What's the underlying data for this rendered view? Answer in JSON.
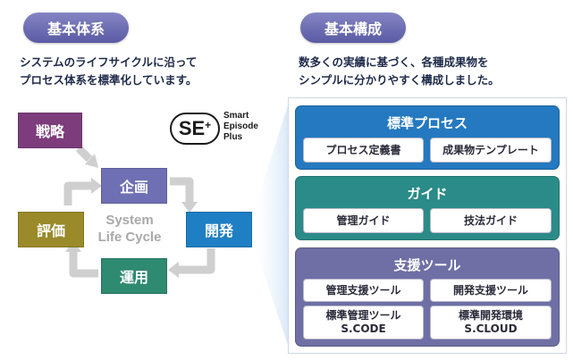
{
  "left": {
    "pill": "基本体系",
    "desc_line1": "システムのライフサイクルに沿って",
    "desc_line2": "プロセス体系を標準化しています。"
  },
  "right": {
    "pill": "基本構成",
    "desc_line1": "数多くの実績に基づく、各種成果物を",
    "desc_line2": "シンプルに分かりやすく構成しました。"
  },
  "logo": {
    "mark": "SE",
    "plus": "+",
    "line1": "Smart",
    "line2": "Episode",
    "line3": "Plus"
  },
  "cycle": {
    "strategy": "戦略",
    "plan": "企画",
    "develop": "開発",
    "operate": "運用",
    "evaluate": "評価",
    "center_line1": "System",
    "center_line2": "Life Cycle"
  },
  "sections": {
    "process": {
      "title": "標準プロセス",
      "item1": "プロセス定義書",
      "item2": "成果物テンプレート"
    },
    "guide": {
      "title": "ガイド",
      "item1": "管理ガイド",
      "item2": "技法ガイド"
    },
    "tools": {
      "title": "支援ツール",
      "item1": "管理支援ツール",
      "item2": "開発支援ツール",
      "item3_line1": "標準管理ツール",
      "item3_line2": "S.CODE",
      "item4_line1": "標準開発環境",
      "item4_line2": "S.CLOUD"
    }
  },
  "colors": {
    "pill": "#6b6bb5",
    "strategy": "#7d3c7c",
    "plan": "#6f6fb4",
    "develop": "#1f7fc4",
    "operate": "#2e8a70",
    "evaluate": "#9a8a2a",
    "process": "#2479c0",
    "guide": "#2a8b88",
    "tools": "#6f6fa6",
    "arrow": "#c8c8c8"
  }
}
